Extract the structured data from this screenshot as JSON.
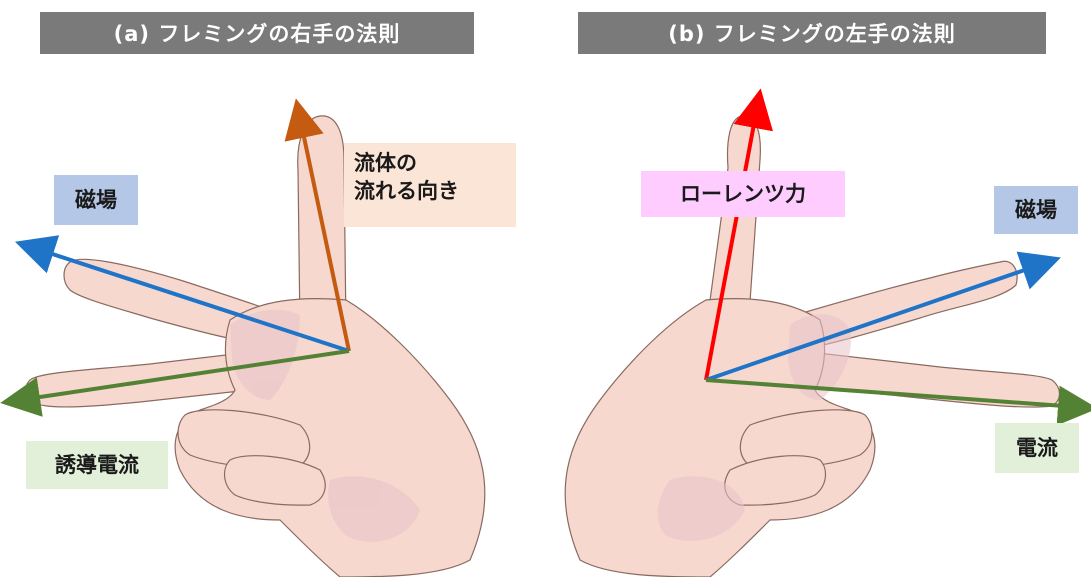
{
  "panel_a": {
    "title": "(a) フレミングの右手の法則",
    "labels": {
      "magnetic": "磁場",
      "flow_line1": "流体の",
      "flow_line2": "流れる向き",
      "current": "誘導電流"
    }
  },
  "panel_b": {
    "title": "(b) フレミングの左手の法則",
    "labels": {
      "force": "ローレンツ力",
      "magnetic": "磁場",
      "current": "電流"
    }
  },
  "colors": {
    "magnetic": "#1f74c8",
    "flow": "#c55a11",
    "current": "#548235",
    "force": "#ff0000",
    "skin": "#f6d8cf",
    "skin_shadow": "#e8c2c8",
    "outline": "#8a6a60"
  }
}
